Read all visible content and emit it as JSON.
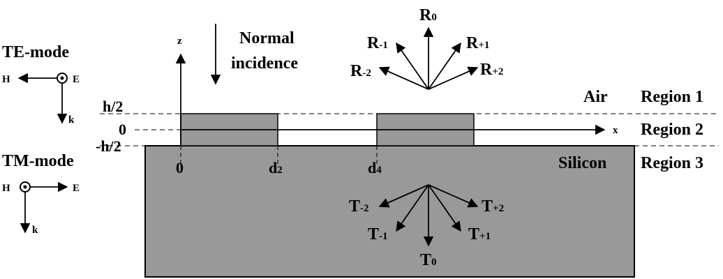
{
  "incidence": {
    "line1": "Normal",
    "line2": "incidence"
  },
  "axes": {
    "z_label": "z",
    "x_label": "x"
  },
  "levels": {
    "top": "h/2",
    "middle": "0",
    "bottom": "-h/2"
  },
  "positions": {
    "origin": "0",
    "d2_main": "d",
    "d2_sub": "2",
    "d4_main": "d",
    "d4_sub": "4"
  },
  "materials": {
    "top": "Air",
    "bottom": "Silicon"
  },
  "regions": [
    "Region 1",
    "Region 2",
    "Region 3"
  ],
  "te_mode": {
    "title": "TE-mode",
    "h": "H",
    "e": "E",
    "k": "k"
  },
  "tm_mode": {
    "title": "TM-mode",
    "h": "H",
    "e": "E",
    "k": "k"
  },
  "reflected": [
    {
      "main": "R",
      "sub": "0"
    },
    {
      "main": "R",
      "sub": "-1"
    },
    {
      "main": "R",
      "sub": "+1"
    },
    {
      "main": "R",
      "sub": "-2"
    },
    {
      "main": "R",
      "sub": "+2"
    }
  ],
  "transmitted": [
    {
      "main": "T",
      "sub": "-2"
    },
    {
      "main": "T",
      "sub": "+2"
    },
    {
      "main": "T",
      "sub": "-1"
    },
    {
      "main": "T",
      "sub": "+1"
    },
    {
      "main": "T",
      "sub": "0"
    }
  ],
  "colors": {
    "silicon_fill": "#999999",
    "stroke": "#000000",
    "background": "#ffffff"
  }
}
